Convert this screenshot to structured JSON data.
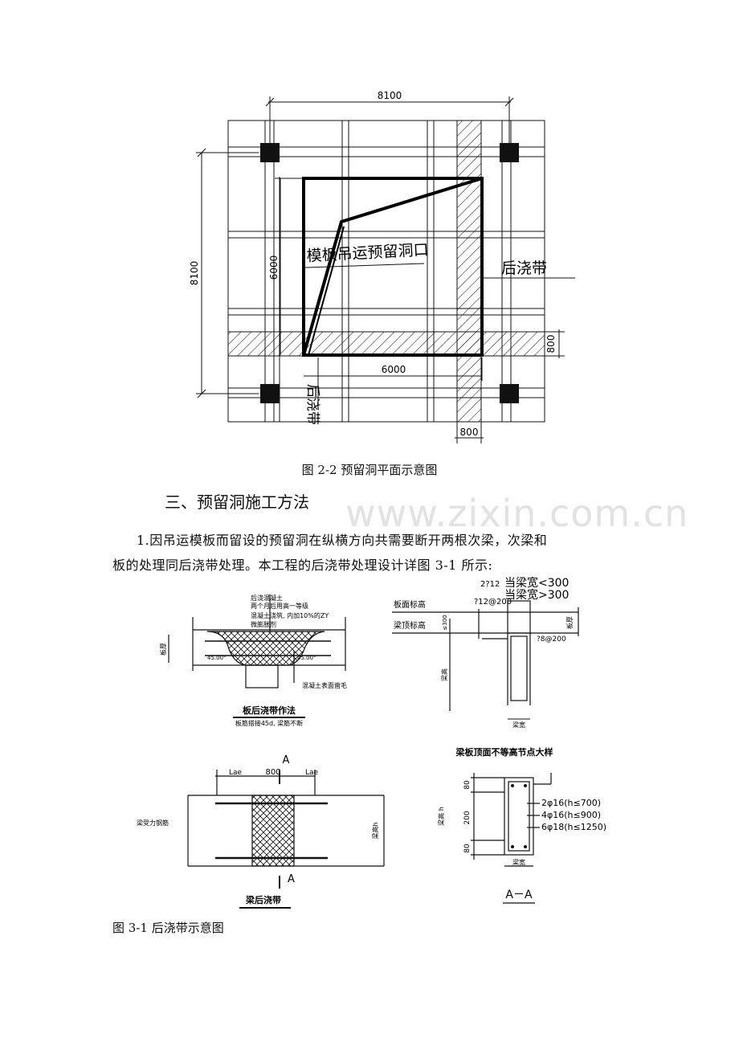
{
  "fig22": {
    "dim_top": "8100",
    "dim_left": "8100",
    "dim_inner_left": "6000",
    "dim_inner_bottom": "6000",
    "dim_band_right": "800",
    "dim_band_bottom": "800",
    "label_hole": "模板吊运预留洞口",
    "label_band_right": "后浇带",
    "label_band_bottom": "后浇带",
    "caption": "图 2-2  预留洞平面示意图"
  },
  "section": {
    "heading": "三、预留洞施工方法",
    "para_line1": "1.因吊运模板而留设的预留洞在纵横方向共需要断开两根次梁，次梁和",
    "para_line2": "板的处理同后浇带处理。本工程的后浇带处理设计详图 3-1 所示:"
  },
  "slab": {
    "note1": "后浇混凝土",
    "note2": "两个月后用高一等级",
    "note3": "混凝土浇筑, 内加10%的ZY",
    "note4": "微膨胀剂",
    "left_label": "板厚",
    "angle_left": "45.00°",
    "angle_right": "45.00°",
    "bottom_note": "混凝土表面凿毛",
    "title": "板后浇带作法",
    "subtitle": "板筋搭接45d, 梁筋不断"
  },
  "node": {
    "rebar1": "2?12",
    "rebar1_note": "当梁宽<300",
    "rebar2": "?12@200",
    "rebar2_note": "当梁宽>300",
    "board_top": "板面标高",
    "beam_top": "梁顶标高",
    "le300": "≤300",
    "slab_thick": "板厚",
    "stirrup": "?8@200",
    "beam_height": "梁高",
    "beam_width": "梁宽",
    "title": "梁板顶面不等高节点大样"
  },
  "beam": {
    "section_top": "A",
    "section_bottom": "A",
    "lae_left": "Lae",
    "mid": "800",
    "lae_right": "Lae",
    "rebar_label": "梁受力钢筋",
    "height_label": "梁高h",
    "title": "梁后浇带"
  },
  "aa": {
    "dim_80_top": "80",
    "dim_200": "200",
    "dim_80_bottom": "80",
    "height_label": "梁高 h",
    "rebar1": "2φ16(h≤700)",
    "rebar2": "4φ16(h≤900)",
    "rebar3": "6φ18(h≤1250)",
    "width_label": "梁宽",
    "title": "A－A"
  },
  "fig31": {
    "caption": "图 3-1  后浇带示意图"
  },
  "watermark": "www.zixin.com.cn"
}
